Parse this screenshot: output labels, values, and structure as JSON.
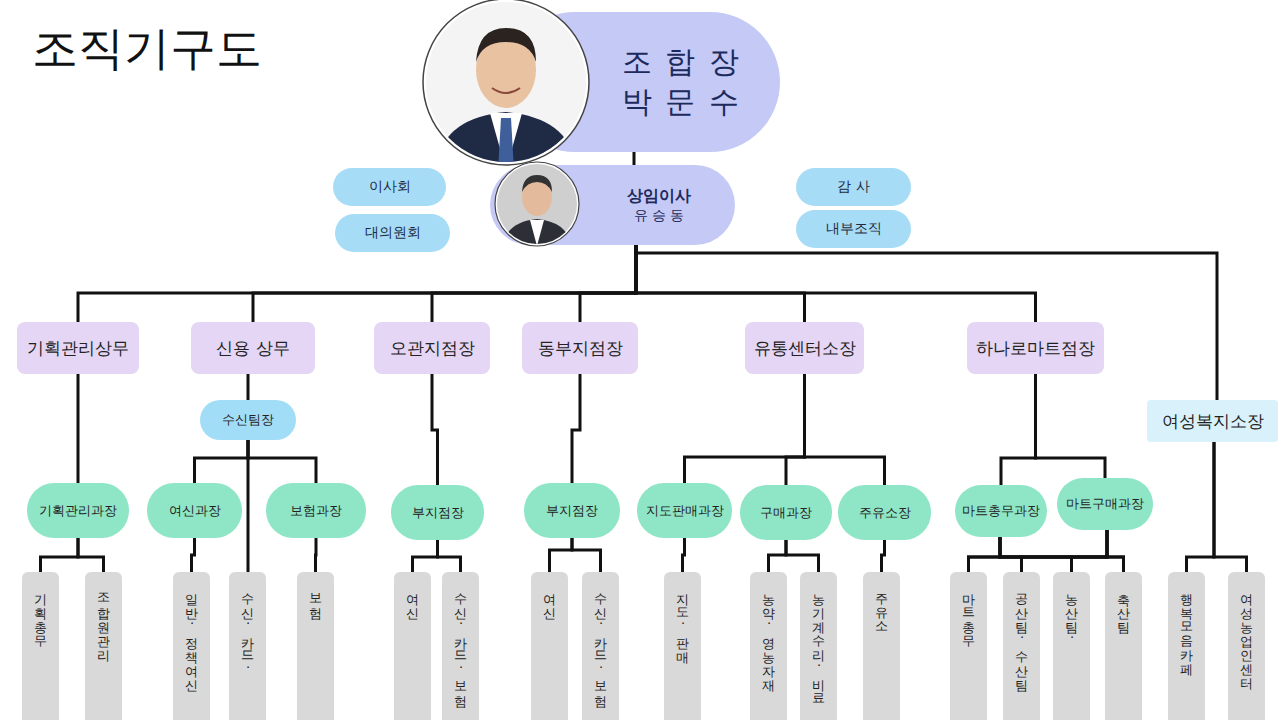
{
  "diagram": {
    "title": "조직기구도",
    "nodes": [
      {
        "text": [
          "조 합 장",
          "박 문 수"
        ]
      },
      {
        "text": [
          "이사회"
        ]
      },
      {
        "text": [
          "대의원회"
        ]
      },
      {
        "text": [
          "상임이사",
          "유 승 동"
        ]
      },
      {
        "text": [
          "감 사"
        ]
      },
      {
        "text": [
          "내부조직"
        ]
      },
      {
        "text": [
          "기획관리상무"
        ]
      },
      {
        "text": [
          "신용 상무"
        ]
      },
      {
        "text": [
          "오관지점장"
        ]
      },
      {
        "text": [
          "동부지점장"
        ]
      },
      {
        "text": [
          "유통센터소장"
        ]
      },
      {
        "text": [
          "하나로마트점장"
        ]
      },
      {
        "text": [
          "여성복지소장"
        ]
      },
      {
        "text": [
          "수신팀장"
        ]
      },
      {
        "text": [
          "기획관리과장"
        ]
      },
      {
        "text": [
          "여신과장"
        ]
      },
      {
        "text": [
          "보험과장"
        ]
      },
      {
        "text": [
          "부지점장"
        ]
      },
      {
        "text": [
          "부지점장"
        ]
      },
      {
        "text": [
          "지도판매과장"
        ]
      },
      {
        "text": [
          "구매과장"
        ]
      },
      {
        "text": [
          "주유소장"
        ]
      },
      {
        "text": [
          "마트총무과장"
        ]
      },
      {
        "text": [
          "마트구매과장"
        ]
      },
      {
        "text": [
          "기획총무"
        ]
      },
      {
        "text": [
          "조합원관리"
        ]
      },
      {
        "text": [
          "일반.정책여신"
        ]
      },
      {
        "text": [
          "수신.카드."
        ]
      },
      {
        "text": [
          "보험"
        ]
      },
      {
        "text": [
          "여신"
        ]
      },
      {
        "text": [
          "수신.카드.보험"
        ]
      },
      {
        "text": [
          "여신"
        ]
      },
      {
        "text": [
          "수신.카드.보험"
        ]
      },
      {
        "text": [
          "지도.판매"
        ]
      },
      {
        "text": [
          "농약.영농자재"
        ]
      },
      {
        "text": [
          "농기계수리.비료"
        ]
      },
      {
        "text": [
          "주유소"
        ]
      },
      {
        "text": [
          "마트총무"
        ]
      },
      {
        "text": [
          "공산팀.수산팀"
        ]
      },
      {
        "text": [
          "농산팀."
        ]
      },
      {
        "text": [
          "축산팀"
        ]
      },
      {
        "text": [
          "행복모음카페"
        ]
      },
      {
        "text": [
          "여성농업인센터"
        ]
      }
    ],
    "edges": [
      {
        "from": 0,
        "to": 3,
        "arrow": "none"
      },
      {
        "from": 3,
        "to": 6,
        "arrow": "none"
      },
      {
        "from": 3,
        "to": 7,
        "arrow": "none"
      },
      {
        "from": 3,
        "to": 8,
        "arrow": "none"
      },
      {
        "from": 3,
        "to": 9,
        "arrow": "none"
      },
      {
        "from": 3,
        "to": 10,
        "arrow": "none"
      },
      {
        "from": 3,
        "to": 11,
        "arrow": "none"
      },
      {
        "from": 3,
        "to": 12,
        "arrow": "none"
      },
      {
        "from": 6,
        "to": 14,
        "arrow": "none"
      },
      {
        "from": 7,
        "to": 13,
        "arrow": "none"
      },
      {
        "from": 13,
        "to": 15,
        "arrow": "none"
      },
      {
        "from": 13,
        "to": 16,
        "arrow": "none"
      },
      {
        "from": 13,
        "to": 27,
        "arrow": "none"
      },
      {
        "from": 8,
        "to": 17,
        "arrow": "none"
      },
      {
        "from": 9,
        "to": 18,
        "arrow": "none"
      },
      {
        "from": 10,
        "to": 19,
        "arrow": "none"
      },
      {
        "from": 10,
        "to": 20,
        "arrow": "none"
      },
      {
        "from": 10,
        "to": 21,
        "arrow": "none"
      },
      {
        "from": 11,
        "to": 22,
        "arrow": "none"
      },
      {
        "from": 11,
        "to": 23,
        "arrow": "none"
      },
      {
        "from": 14,
        "to": 24,
        "arrow": "none"
      },
      {
        "from": 14,
        "to": 25,
        "arrow": "none"
      },
      {
        "from": 15,
        "to": 26,
        "arrow": "none"
      },
      {
        "from": 16,
        "to": 28,
        "arrow": "none"
      },
      {
        "from": 17,
        "to": 29,
        "arrow": "none"
      },
      {
        "from": 17,
        "to": 30,
        "arrow": "none"
      },
      {
        "from": 18,
        "to": 31,
        "arrow": "none"
      },
      {
        "from": 18,
        "to": 32,
        "arrow": "none"
      },
      {
        "from": 19,
        "to": 33,
        "arrow": "none"
      },
      {
        "from": 20,
        "to": 34,
        "arrow": "none"
      },
      {
        "from": 20,
        "to": 35,
        "arrow": "none"
      },
      {
        "from": 21,
        "to": 36,
        "arrow": "none"
      },
      {
        "from": 22,
        "to": 37,
        "arrow": "none"
      },
      {
        "from": 22,
        "to": 38,
        "arrow": "none"
      },
      {
        "from": 22,
        "to": 39,
        "arrow": "none"
      },
      {
        "from": 22,
        "to": 40,
        "arrow": "none"
      },
      {
        "from": 23,
        "to": 37,
        "arrow": "none"
      },
      {
        "from": 23,
        "to": 38,
        "arrow": "none"
      },
      {
        "from": 23,
        "to": 39,
        "arrow": "none"
      },
      {
        "from": 23,
        "to": 40,
        "arrow": "none"
      },
      {
        "from": 12,
        "to": 41,
        "arrow": "none"
      },
      {
        "from": 12,
        "to": 42,
        "arrow": "none"
      }
    ]
  }
}
